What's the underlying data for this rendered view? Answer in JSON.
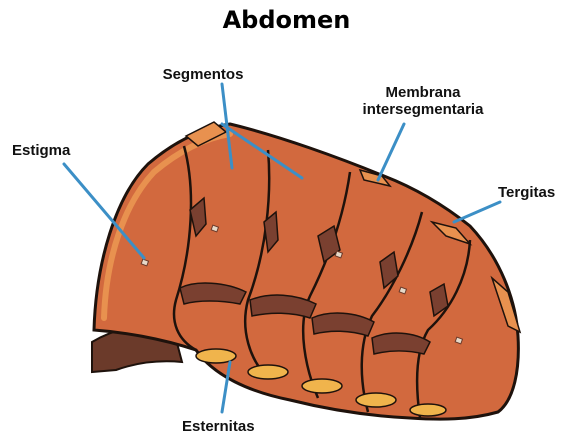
{
  "title": "Abdomen",
  "labels": {
    "segmentos": "Segmentos",
    "membrana_line1": "Membrana",
    "membrana_line2": "intersegmentaria",
    "estigma": "Estigma",
    "tergitas": "Tergitas",
    "esternitas": "Esternitas"
  },
  "colors": {
    "body_fill": "#d2693e",
    "body_dark": "#b8542c",
    "membrane_dark": "#7a4030",
    "tergite_band": "#e8914f",
    "sternite_plate": "#f0b44c",
    "stub": "#6b3a2a",
    "leader_line": "#3c8fc6",
    "outline": "#1e120c"
  }
}
